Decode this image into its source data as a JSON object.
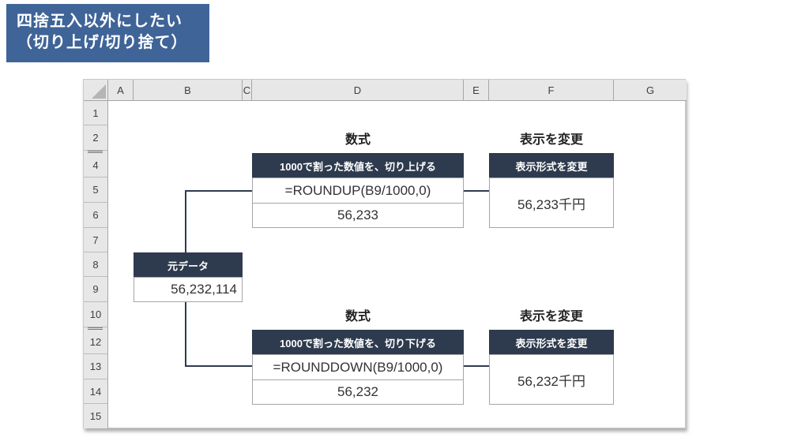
{
  "callout": {
    "line1": "四捨五入以外にしたい",
    "line2": "（切り上げ/切り捨て）"
  },
  "sheet": {
    "columns": [
      "A",
      "B",
      "C",
      "D",
      "E",
      "F",
      "G"
    ],
    "rows": [
      "1",
      "2",
      "4",
      "5",
      "6",
      "7",
      "8",
      "9",
      "10",
      "12",
      "13",
      "14",
      "15"
    ],
    "hidden_rows": [
      "3",
      "11"
    ]
  },
  "source": {
    "header": "元データ",
    "value": "56,232,114"
  },
  "top": {
    "formula_label": "数式",
    "display_label": "表示を変更",
    "box_header": "1000で割った数値を、切り上げる",
    "formula": "=ROUNDUP(B9/1000,0)",
    "result": "56,233",
    "display_header": "表示形式を変更",
    "display_value": "56,233千円"
  },
  "bottom": {
    "formula_label": "数式",
    "display_label": "表示を変更",
    "box_header": "1000で割った数値を、切り下げる",
    "formula": "=ROUNDDOWN(B9/1000,0)",
    "result": "56,232",
    "display_header": "表示形式を変更",
    "display_value": "56,232千円"
  },
  "colors": {
    "callout_bg": "#3f6498",
    "box_header_bg": "#2e3b4e",
    "connector": "#2e3b4e"
  }
}
